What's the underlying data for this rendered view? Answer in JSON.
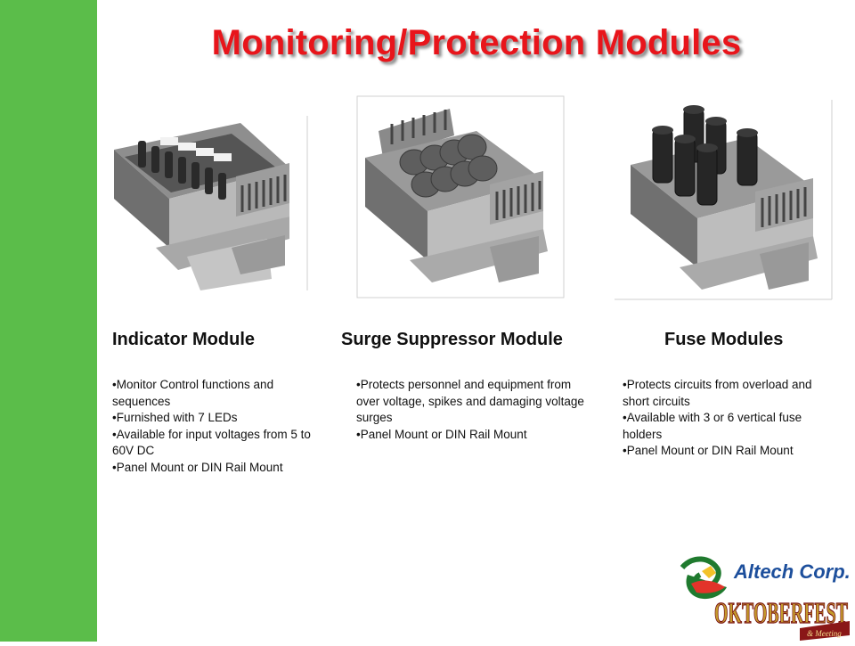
{
  "page": {
    "title": "Monitoring/Protection Modules"
  },
  "modules": [
    {
      "name": "Indicator Module",
      "bullets": [
        "Monitor Control functions and sequences",
        "Furnished with 7 LEDs",
        "Available for input voltages from 5 to 60V DC",
        "Panel Mount or DIN Rail Mount"
      ]
    },
    {
      "name": "Surge Suppressor Module",
      "bullets": [
        "Protects personnel and equipment from over voltage, spikes and damaging voltage surges",
        "Panel Mount or DIN Rail Mount"
      ]
    },
    {
      "name": "Fuse Modules",
      "bullets": [
        "Protects circuits from overload and short circuits",
        "Available with 3 or 6 vertical fuse holders",
        "Panel Mount or DIN Rail Mount"
      ]
    }
  ],
  "logo": {
    "brand": "Altech Corp.",
    "event": "OKTOBERFEST",
    "tagline": "& Meeting"
  },
  "colors": {
    "sidebar": "#5bbd4a",
    "title": "#e8151b",
    "logo_blue": "#1d4f9c"
  }
}
